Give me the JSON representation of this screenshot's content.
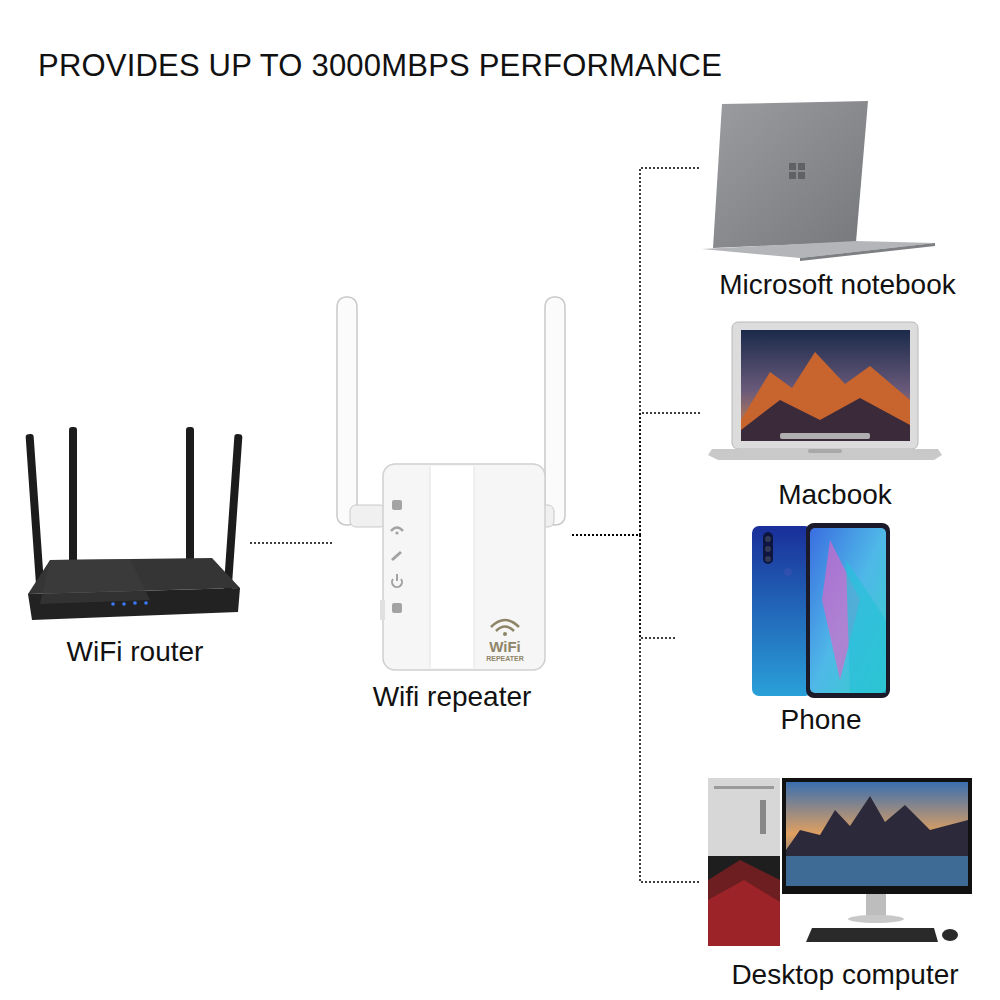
{
  "diagram": {
    "title": "PROVIDES UP TO 3000MBPS PERFORMANCE",
    "nodes": [
      {
        "text": [
          "WiFi router"
        ]
      },
      {
        "text": [
          "Wifi repeater"
        ]
      },
      {
        "text": [
          "Microsoft notebook"
        ]
      },
      {
        "text": [
          "Macbook"
        ]
      },
      {
        "text": [
          "Phone"
        ]
      },
      {
        "text": [
          "Desktop computer"
        ]
      }
    ],
    "edges": [
      {
        "from": 0,
        "to": 1,
        "arrow": "none"
      },
      {
        "from": 1,
        "to": 2,
        "arrow": "none"
      },
      {
        "from": 1,
        "to": 3,
        "arrow": "none"
      },
      {
        "from": 1,
        "to": 4,
        "arrow": "none"
      },
      {
        "from": 1,
        "to": 5,
        "arrow": "none"
      }
    ],
    "labels": [
      "WiFi",
      "REPEATER"
    ]
  }
}
